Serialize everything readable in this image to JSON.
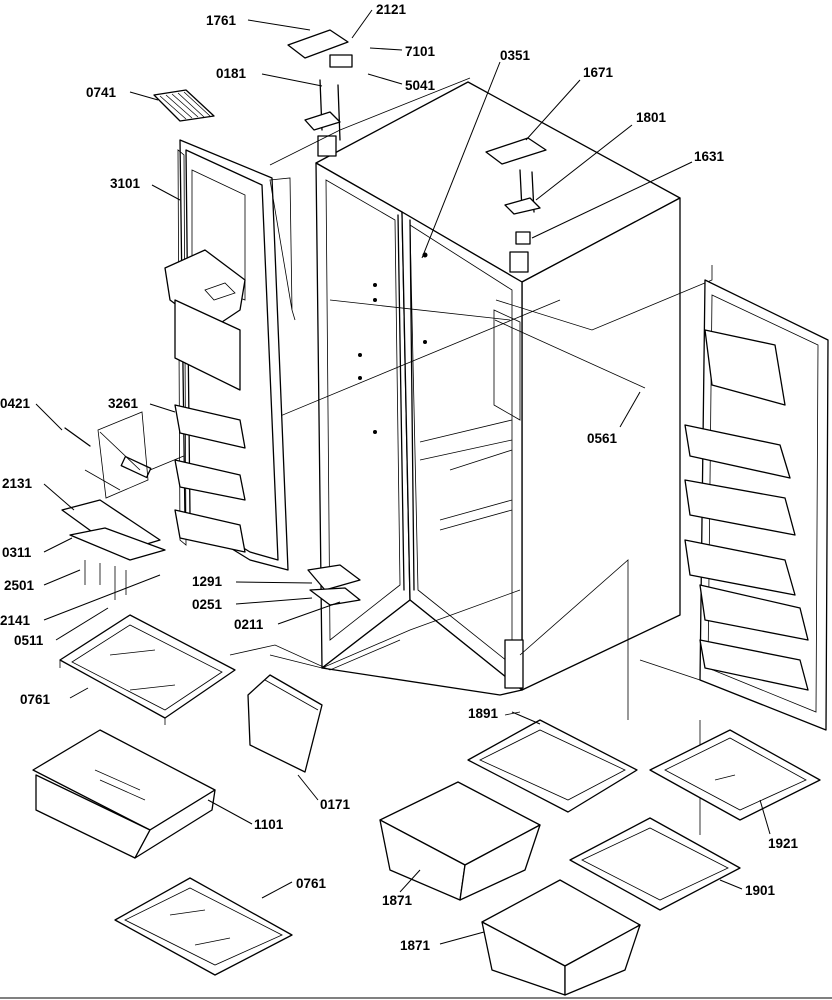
{
  "diagram": {
    "labels": [
      {
        "id": "p1761a",
        "text": "1761"
      },
      {
        "id": "p2121",
        "text": "2121"
      },
      {
        "id": "p7101",
        "text": "7101"
      },
      {
        "id": "p0181",
        "text": "0181"
      },
      {
        "id": "p5041",
        "text": "5041"
      },
      {
        "id": "p0351",
        "text": "0351"
      },
      {
        "id": "p1671",
        "text": "1671"
      },
      {
        "id": "p0741",
        "text": "0741"
      },
      {
        "id": "p1801",
        "text": "1801"
      },
      {
        "id": "p1631",
        "text": "1631"
      },
      {
        "id": "p3101",
        "text": "3101"
      },
      {
        "id": "p0421",
        "text": "0421"
      },
      {
        "id": "p3261",
        "text": "3261"
      },
      {
        "id": "p0561",
        "text": "0561"
      },
      {
        "id": "p2131",
        "text": "2131"
      },
      {
        "id": "p0311",
        "text": "0311"
      },
      {
        "id": "p2501",
        "text": "2501"
      },
      {
        "id": "p1291",
        "text": "1291"
      },
      {
        "id": "p0251",
        "text": "0251"
      },
      {
        "id": "p2141",
        "text": "2141"
      },
      {
        "id": "p0211",
        "text": "0211"
      },
      {
        "id": "p0511",
        "text": "0511"
      },
      {
        "id": "p0761a",
        "text": "0761"
      },
      {
        "id": "p1891",
        "text": "1891"
      },
      {
        "id": "p0171",
        "text": "0171"
      },
      {
        "id": "p1101",
        "text": "1101"
      },
      {
        "id": "p1921",
        "text": "1921"
      },
      {
        "id": "p0761b",
        "text": "0761"
      },
      {
        "id": "p1871a",
        "text": "1871"
      },
      {
        "id": "p1901",
        "text": "1901"
      },
      {
        "id": "p1871b",
        "text": "1871"
      }
    ]
  }
}
